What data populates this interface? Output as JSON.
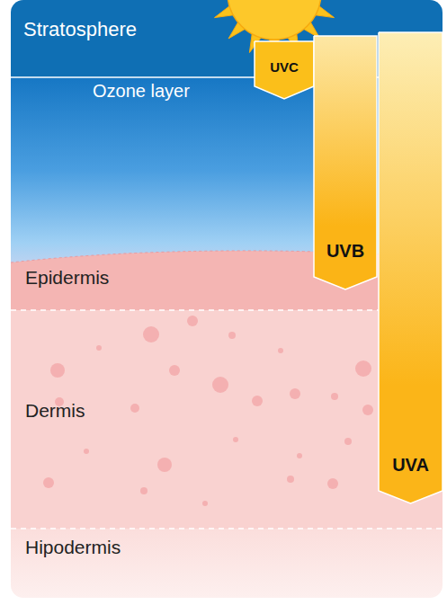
{
  "diagram": {
    "nodes": [
      {
        "text": [
          "Stratosphere"
        ]
      },
      {
        "text": [
          "Ozone layer"
        ]
      },
      {
        "text": [
          "Epidermis"
        ]
      },
      {
        "text": [
          "Dermis"
        ]
      },
      {
        "text": [
          "Hipodermis"
        ]
      },
      {
        "text": [
          "UVC"
        ]
      },
      {
        "text": [
          "UVB"
        ]
      },
      {
        "text": [
          "UVA"
        ]
      }
    ]
  }
}
